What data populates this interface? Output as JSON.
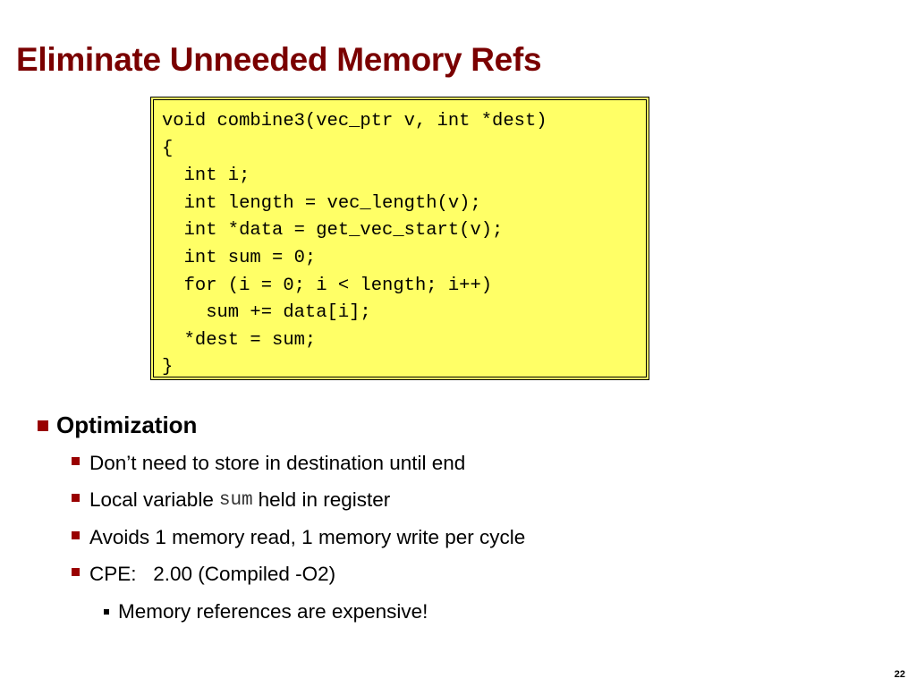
{
  "slide": {
    "title": "Eliminate Unneeded Memory Refs",
    "page_number": "22"
  },
  "code": {
    "lines": [
      "void combine3(vec_ptr v, int *dest)",
      "{",
      "  int i;",
      "  int length = vec_length(v);",
      "  int *data = get_vec_start(v);",
      "  int sum = 0;",
      "  for (i = 0; i < length; i++)",
      "    sum += data[i];",
      "  *dest = sum;",
      "}"
    ],
    "background_color": "#ffff66"
  },
  "bullets": {
    "heading": "Optimization",
    "item1": "Don’t need to store in destination until end",
    "item2_before": "Local variable",
    "item2_code": "sum",
    "item2_after": "held in register",
    "item3": "Avoids 1 memory read, 1 memory write per cycle",
    "item4": "CPE:   2.00 (Compiled -O2)",
    "sub_item": "Memory references are expensive!"
  },
  "colors": {
    "title": "#7a0000",
    "bullet_marker": "#990000"
  }
}
